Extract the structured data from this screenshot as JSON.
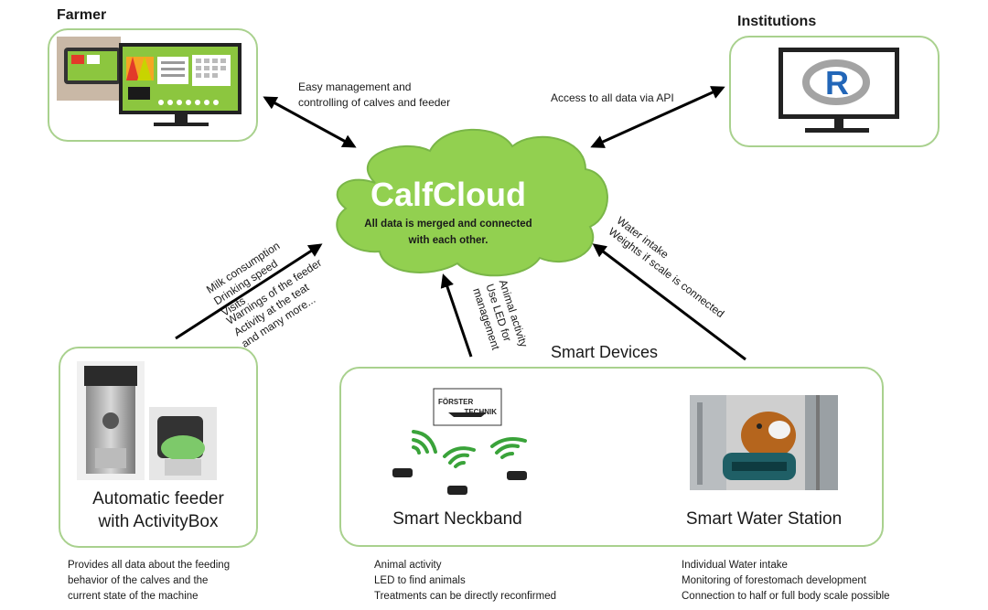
{
  "farmer": {
    "title": "Farmer",
    "arrow_label_line1": "Easy management and",
    "arrow_label_line2": "controlling of calves and feeder"
  },
  "institutions": {
    "title": "Institutions",
    "arrow_label": "Access to all data via API",
    "logo_letter": "R"
  },
  "cloud": {
    "title": "CalfCloud",
    "subtitle_line1": "All data is merged and connected",
    "subtitle_line2": "with each other."
  },
  "feeder": {
    "title_line1": "Automatic feeder",
    "title_line2": "with ActivityBox",
    "arrow_labels": [
      "Milk consumption",
      "Drinking speed",
      "Visits",
      "Warnings of the feeder",
      "Activity at the teat",
      "and many more..."
    ],
    "desc": [
      "Provides all data about the feeding",
      "behavior of the calves and the",
      "current state of the machine"
    ]
  },
  "smart_devices": {
    "title": "Smart Devices",
    "brand_line1": "FÖRSTER",
    "brand_line2": "TECHNIK",
    "neckband": {
      "title": "Smart Neckband",
      "arrow_labels": [
        "Animal activity",
        "Use LED for",
        "management"
      ],
      "desc": [
        "Animal activity",
        "LED to find animals",
        "Treatments can be directly reconfirmed"
      ]
    },
    "water": {
      "title": "Smart Water Station",
      "arrow_labels": [
        "Water intake",
        "Weights if scale is connected"
      ],
      "desc": [
        "Individual Water intake",
        "Monitoring of forestomach development",
        "Connection to half or full body scale possible"
      ]
    }
  },
  "colors": {
    "box_border": "#a9d18e",
    "cloud_fill": "#92d050",
    "cloud_stroke": "#7ab648",
    "screen_green": "#8cc63f",
    "r_blue": "#2266b8"
  }
}
